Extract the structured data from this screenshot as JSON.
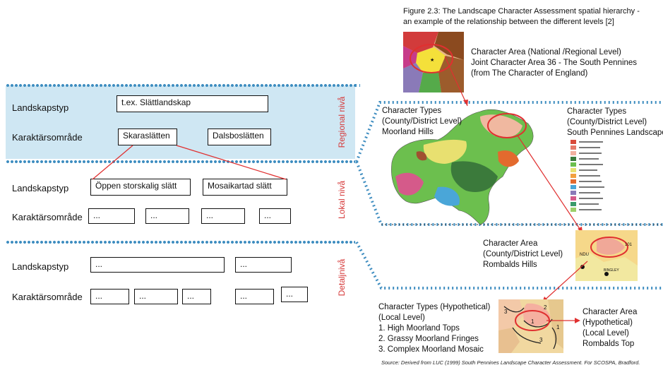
{
  "figure": {
    "title_line1": "Figure 2.3: The Landscape Character Assessment spatial hierarchy -",
    "title_line2": "an example of the relationship between the different levels [2]",
    "source": "Source:  Derived from LUC (1999) South  Pennines Landscape Character Assessment. For SCOSPA, Bradford."
  },
  "levels": {
    "regional": "Regional nivå",
    "local": "Lokal nivå",
    "detail": "Detaljnivå"
  },
  "regional": {
    "type_label": "Landskapstyp",
    "type_value": "t.ex. Slättlandskap",
    "area_label": "Karaktärsområde",
    "area_values": [
      "Skaraslätten",
      "Dalsboslätten"
    ]
  },
  "local": {
    "type_label": "Landskapstyp",
    "type_values": [
      "Öppen storskalig slätt",
      "Mosaikartad slätt"
    ],
    "area_label": "Karaktärsområde",
    "area_values": [
      "...",
      "...",
      "...",
      "..."
    ]
  },
  "detail": {
    "type_label": "Landskapstyp",
    "type_values": [
      "...",
      "..."
    ],
    "area_label": "Karaktärsområde",
    "area_values": [
      "...",
      "...",
      "...",
      "...",
      "..."
    ]
  },
  "uk": {
    "character_area_national": [
      "Character Area (National /Regional Level)",
      "Joint Character Area 36 - The South Pennines",
      "(from The Character of England)"
    ],
    "types_county_left": [
      "Character Types",
      "(County/District Level)",
      "Moorland Hills"
    ],
    "types_county_right": [
      "Character Types",
      "(County/District Level)",
      "South Pennines Landscape"
    ],
    "area_county": [
      "Character Area",
      "(County/District Level)",
      "Rombalds Hills"
    ],
    "types_local": [
      "Character Types (Hypothetical)",
      "(Local Level)",
      "1. High Moorland Tops",
      "2. Grassy Moorland Fringes",
      "3. Complex Moorland Mosaic"
    ],
    "area_local": [
      "Character Area",
      "(Hypothetical)",
      "(Local Level)",
      "Rombalds Top"
    ]
  },
  "colors": {
    "band": "#cfe7f3",
    "dots": "#3e8dc0",
    "accent_red": "#d63a3a"
  }
}
